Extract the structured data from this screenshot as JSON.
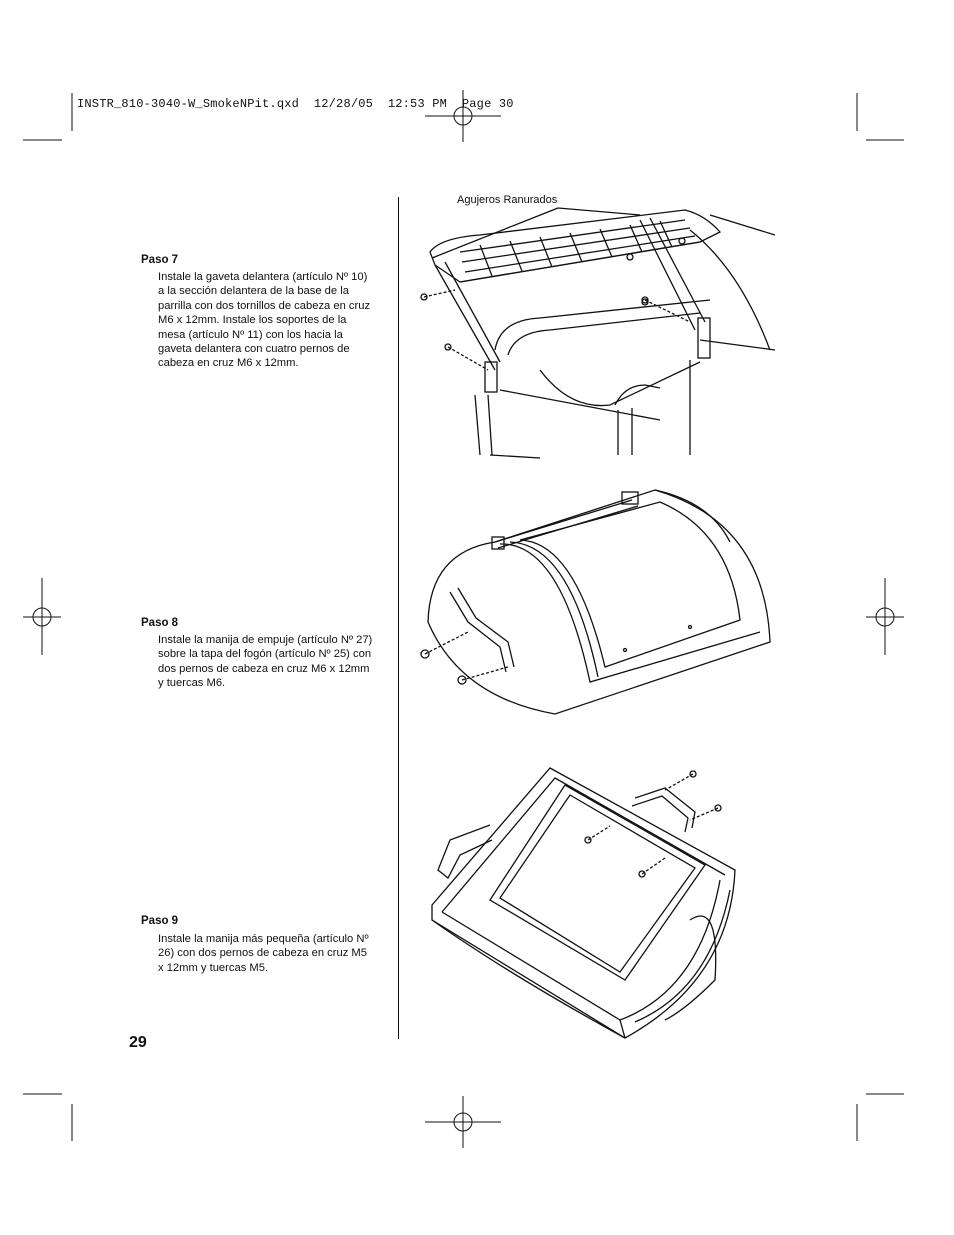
{
  "header": {
    "slug": "INSTR_810-3040-W_SmokeNPit.qxd  12/28/05  12:53 PM  Page 30"
  },
  "steps": [
    {
      "title": "Paso 7",
      "text": "Instale la gaveta delantera (artículo Nº 10) a la sección delantera de la base de la parrilla con dos tornillos de cabeza en cruz M6 x 12mm. Instale los soportes de la mesa (artículo Nº 11) con los   hacia la gaveta delantera con cuatro pernos de cabeza en cruz M6 x 12mm."
    },
    {
      "title": "Paso 8",
      "text": "Instale la manija de empuje (artículo Nº 27) sobre la tapa del fogón (artículo Nº 25) con dos pernos de cabeza en cruz M6 x 12mm y tuercas M6."
    },
    {
      "title": "Paso 9",
      "text": "Instale la manija más pequeña (artículo Nº 26) con dos pernos de cabeza en cruz M5 x 12mm y tuercas M5."
    }
  ],
  "figures": {
    "step7_callout": "Agujeros Ranurados"
  },
  "footer": {
    "page_number": "29"
  }
}
